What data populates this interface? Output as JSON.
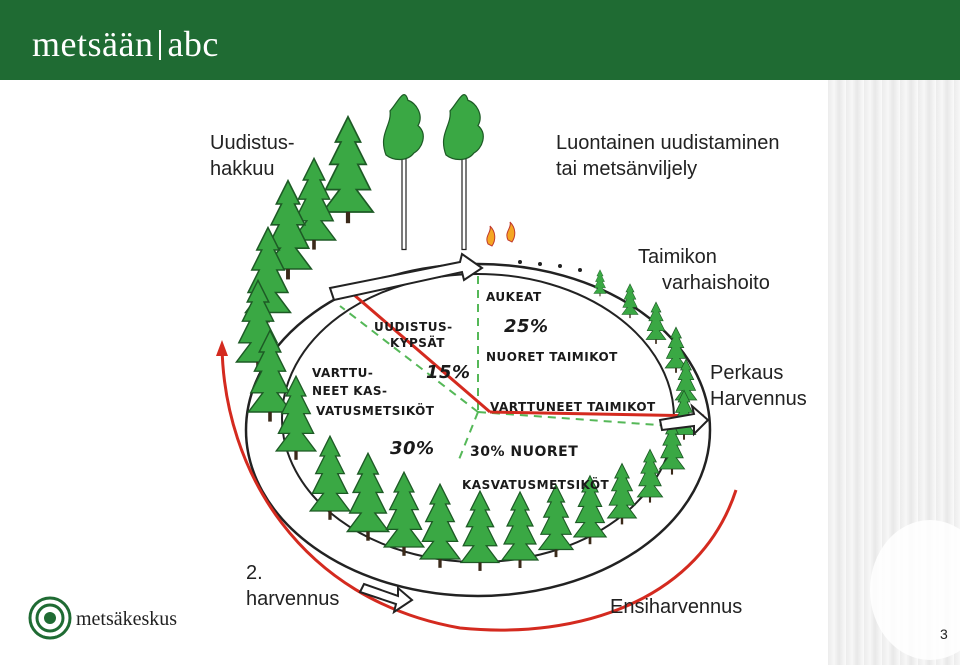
{
  "header": {
    "brand_left": "metsään",
    "brand_right": "abc",
    "colors": {
      "header_bg": "#1f6b33",
      "arrow": "#d42a1f",
      "tree": "#2f9e3a"
    }
  },
  "labels": {
    "uudistushakkuu_1": "Uudistus-",
    "uudistushakkuu_2": "hakkuu",
    "luontainen_1": "Luontainen uudistaminen",
    "luontainen_2": "tai metsänviljely",
    "taimikon_1": "Taimikon",
    "taimikon_2": "varhaishoito",
    "perkaus": "Perkaus",
    "harvennus": "Harvennus",
    "toinen_1": "2.",
    "toinen_2": "harvennus",
    "ensiharvennus": "Ensiharvennus"
  },
  "diagram_text": {
    "aukeat": "AUKEAT",
    "aukeat_pct": "25%",
    "nuoret_taimikot": "NUORET TAIMIKOT",
    "varttuneet_taimikot": "VARTTUNEET TAIMIKOT",
    "uudistuskypsat_1": "UUDISTUS-",
    "uudistuskypsat_2": "KYPSÄT",
    "uudistuskypsat_pct": "15%",
    "varttuneet_kas_1": "VARTTU-",
    "varttuneet_kas_2": "NEET KAS-",
    "varttuneet_kas_3": "VATUSMETSIKÖT",
    "varttuneet_kas_pct": "30%",
    "nuoret_kas_1": "30% NUORET",
    "nuoret_kas_2": "KASVATUSMETSIKÖT"
  },
  "footer": {
    "logo_text": "metsäkeskus",
    "page_number": "3",
    "logo_icon": "target-rings-icon"
  }
}
